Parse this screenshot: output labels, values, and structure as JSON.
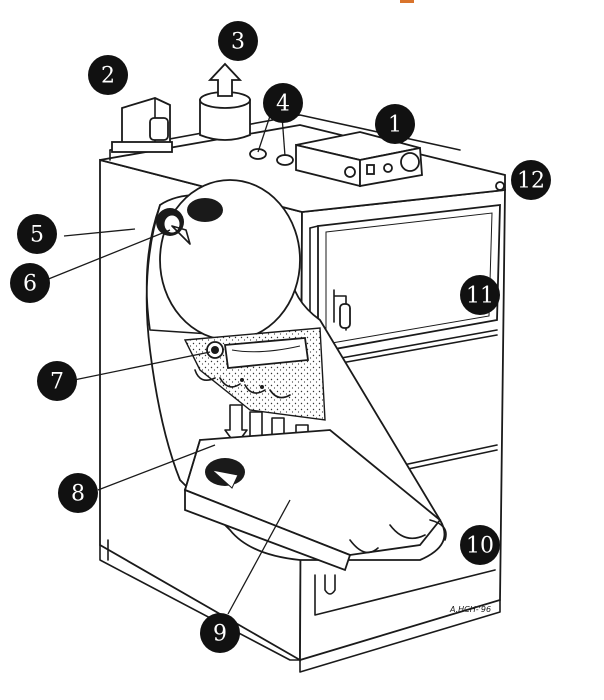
{
  "callouts": [
    {
      "id": "1",
      "label": "1"
    },
    {
      "id": "2",
      "label": "2"
    },
    {
      "id": "3",
      "label": "3"
    },
    {
      "id": "4",
      "label": "4"
    },
    {
      "id": "5",
      "label": "5"
    },
    {
      "id": "6",
      "label": "6"
    },
    {
      "id": "7",
      "label": "7"
    },
    {
      "id": "8",
      "label": "8"
    },
    {
      "id": "9",
      "label": "9"
    },
    {
      "id": "10",
      "label": "10"
    },
    {
      "id": "11",
      "label": "11"
    },
    {
      "id": "12",
      "label": "12"
    }
  ],
  "signature": "A.HCH-'96",
  "colors": {
    "ink": "#1a1a1a",
    "badge": "#111111",
    "badge_text": "#ffffff",
    "accent_top": "#d9742c"
  }
}
